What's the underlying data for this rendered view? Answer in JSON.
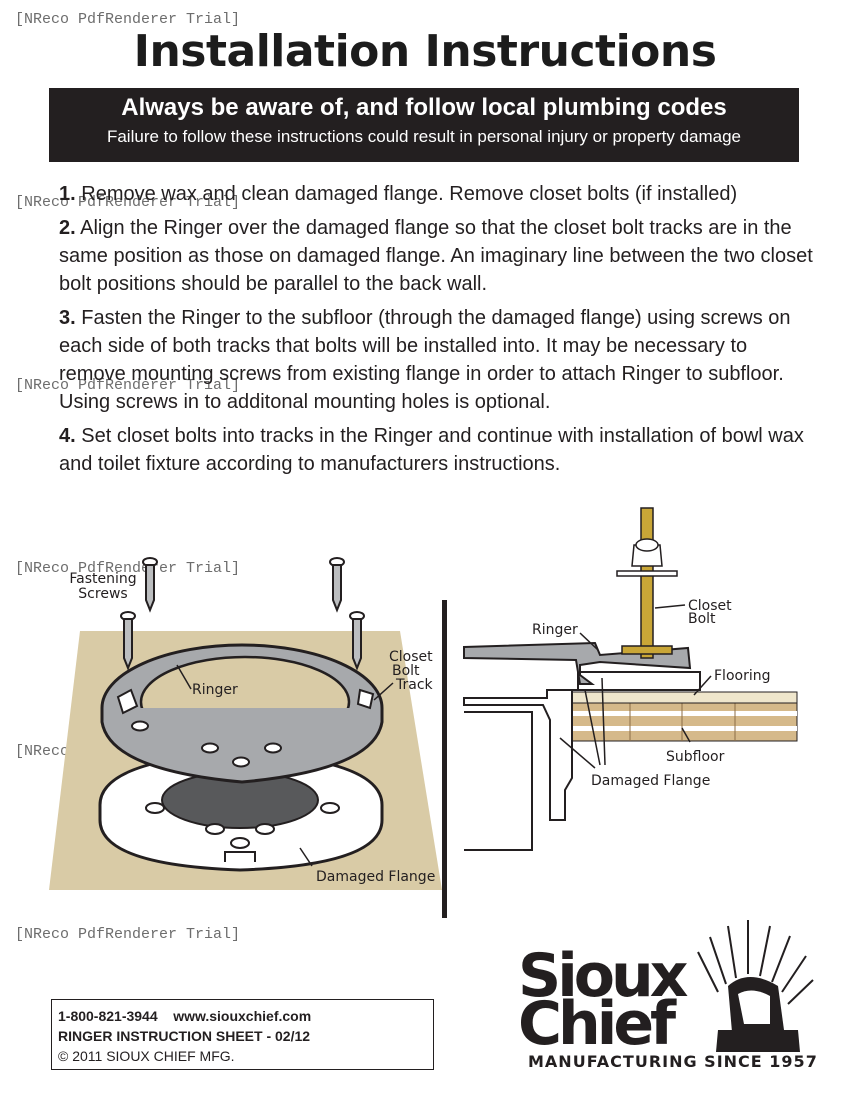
{
  "watermark": "[NReco PdfRenderer Trial]",
  "title": "Installation Instructions",
  "banner": {
    "heading": "Always be aware of, and follow local plumbing codes",
    "subheading": "Failure to follow these instructions could result in personal injury or property damage"
  },
  "steps": [
    {
      "num": "1.",
      "text": "Remove wax and clean damaged flange. Remove closet bolts (if installed)"
    },
    {
      "num": "2.",
      "text": "Align the Ringer over the damaged flange so that the closet bolt tracks are in the same position as those on damaged flange. An imaginary line between the two closet bolt positions should be parallel to the back wall."
    },
    {
      "num": "3.",
      "text": "Fasten the Ringer to the subfloor (through the damaged flange) using screws on each side of both tracks that bolts will be installed into. It may be necessary to remove mounting screws from existing flange in order to attach Ringer to subfloor. Using screws in to additonal mounting holes is optional."
    },
    {
      "num": "4.",
      "text": "Set closet bolts into tracks in the Ringer and continue with installation of bowl wax and toilet fixture according to manufacturers instructions."
    }
  ],
  "diagram_left": {
    "fastening_screws_line1": "Fastening",
    "fastening_screws_line2": "Screws",
    "ringer": "Ringer",
    "closet_bolt_track_line1": "Closet",
    "closet_bolt_track_line2": "Bolt",
    "closet_bolt_track_line3": "Track",
    "damaged_flange": "Damaged Flange"
  },
  "diagram_right": {
    "ringer": "Ringer",
    "closet_bolt_line1": "Closet",
    "closet_bolt_line2": "Bolt",
    "flooring": "Flooring",
    "subfloor": "Subfloor",
    "damaged_flange": "Damaged Flange"
  },
  "logo": {
    "line1": "Sioux",
    "line2": "Chief",
    "tagline": "MANUFACTURING SINCE 1957"
  },
  "footer": {
    "phone": "1-800-821-3944",
    "website": "www.siouxchief.com",
    "sheet": "RINGER INSTRUCTION SHEET - 02/12",
    "copyright": "© 2011 SIOUX CHIEF MFG."
  },
  "colors": {
    "floor_tan": "#d9cba6",
    "ring_gray": "#a7a9ac",
    "banner_black": "#231f20",
    "bolt_brass": "#c9a637"
  }
}
